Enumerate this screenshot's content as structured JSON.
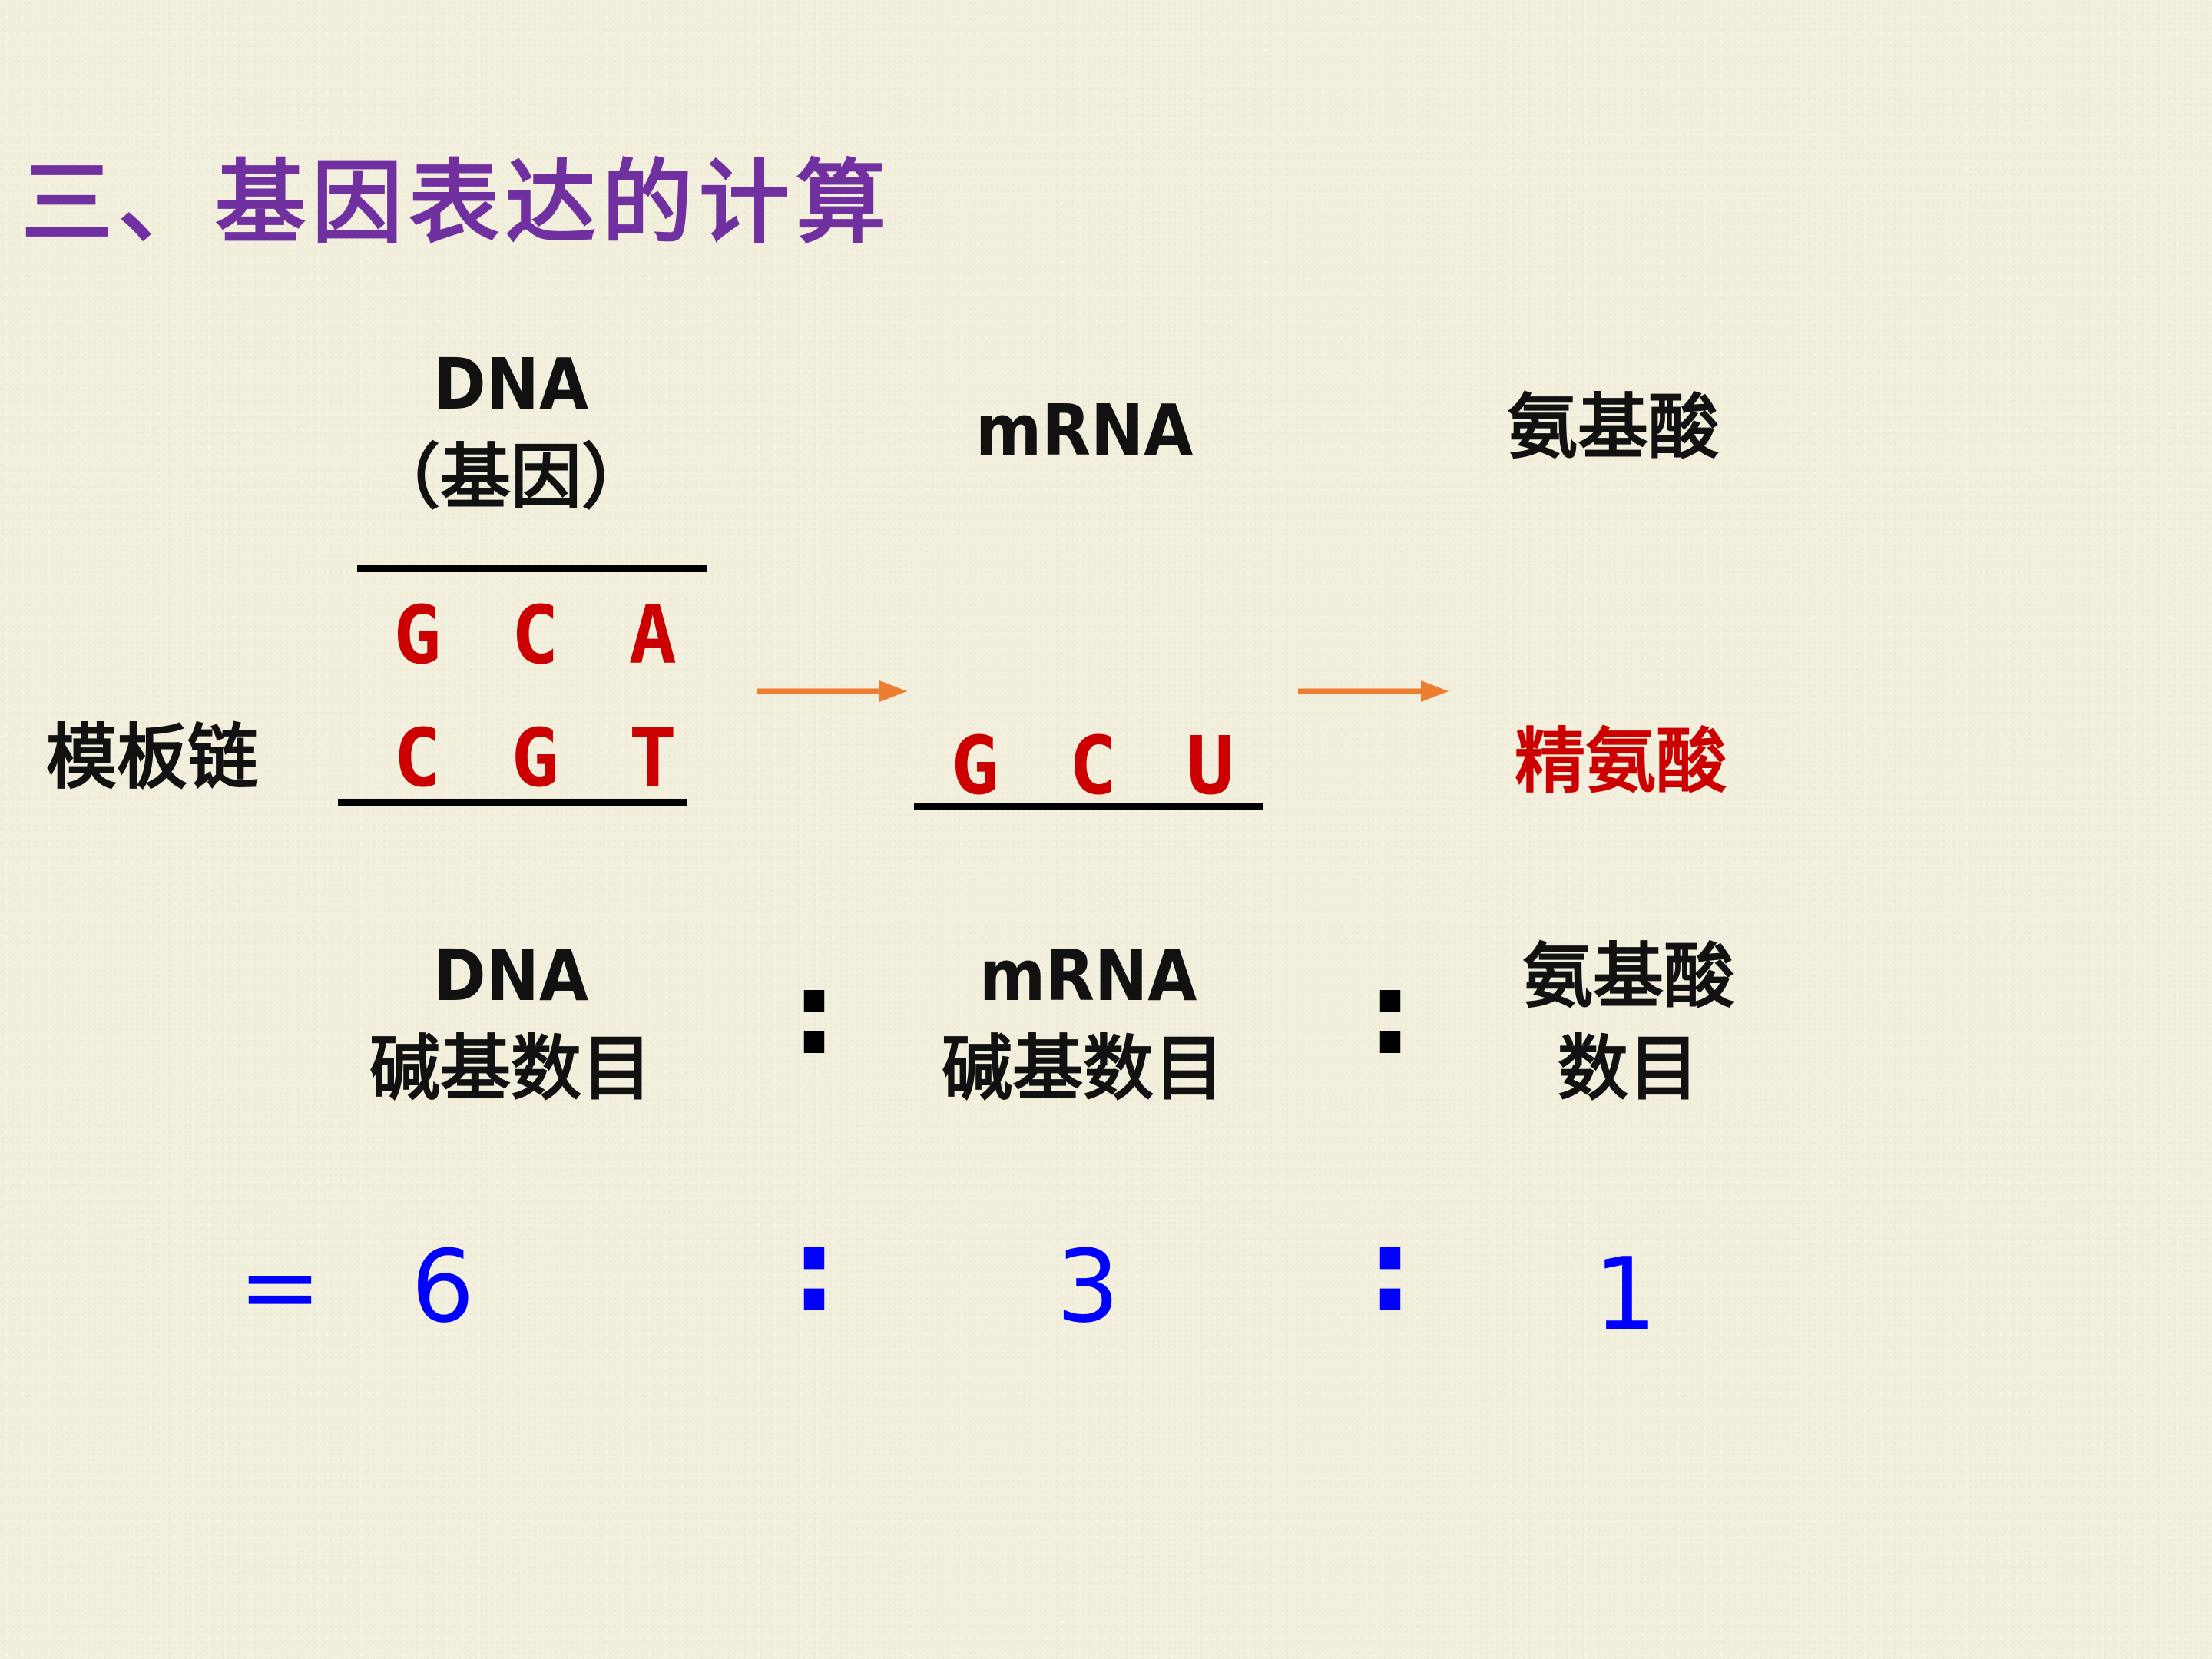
{
  "slide": {
    "title": "三、基因表达的计算",
    "colors": {
      "title": "#7030a0",
      "text": "#111111",
      "sequence": "#cc0000",
      "arrow": "#ed7d31",
      "result": "#0000ff"
    }
  },
  "top_row": {
    "dna_header": "DNA",
    "dna_subheader": "（基因）",
    "mrna_header": "mRNA",
    "amino_header": "氨基酸"
  },
  "sequences": {
    "template_label": "模板链",
    "dna_coding": "G C A",
    "dna_template": "C G T",
    "mrna": "G C U",
    "amino_acid": "精氨酸"
  },
  "ratio_row": {
    "dna_label_1": "DNA",
    "dna_label_2": "碱基数目",
    "mrna_label_1": "mRNA",
    "mrna_label_2": "碱基数目",
    "amino_label_1": "氨基酸",
    "amino_label_2": "数目",
    "separator": ":"
  },
  "result_row": {
    "equals": "=",
    "dna_count": "6",
    "mrna_count": "3",
    "amino_count": "1",
    "separator": ":"
  }
}
